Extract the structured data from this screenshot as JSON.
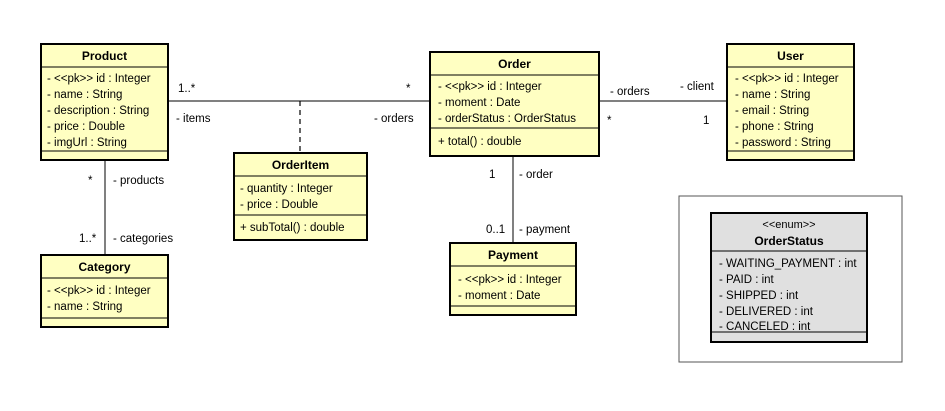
{
  "classes": {
    "product": {
      "name": "Product",
      "attributes": [
        "- <<pk>> id : Integer",
        "- name : String",
        "- description : String",
        "- price : Double",
        "- imgUrl : String"
      ],
      "operations": []
    },
    "category": {
      "name": "Category",
      "attributes": [
        "- <<pk>> id : Integer",
        "- name : String"
      ],
      "operations": []
    },
    "orderitem": {
      "name": "OrderItem",
      "attributes": [
        "- quantity : Integer",
        "- price : Double"
      ],
      "operations": [
        "+ subTotal() : double"
      ]
    },
    "order": {
      "name": "Order",
      "attributes": [
        "- <<pk>> id : Integer",
        "- moment : Date",
        "- orderStatus : OrderStatus"
      ],
      "operations": [
        "+ total() : double"
      ]
    },
    "payment": {
      "name": "Payment",
      "attributes": [
        "- <<pk>> id : Integer",
        "- moment : Date"
      ],
      "operations": []
    },
    "user": {
      "name": "User",
      "attributes": [
        "- <<pk>> id : Integer",
        "- name : String",
        "- email : String",
        "- phone : String",
        "- password : String"
      ],
      "operations": []
    }
  },
  "enum": {
    "stereotype": "<<enum>>",
    "name": "OrderStatus",
    "values": [
      "- WAITING_PAYMENT : int",
      "- PAID : int",
      "- SHIPPED : int",
      "- DELIVERED : int",
      "- CANCELED : int"
    ]
  },
  "associations": {
    "product_order": {
      "mult_product": "1..*",
      "role_items": "- items",
      "mult_order": "*",
      "role_orders": "- orders"
    },
    "order_user": {
      "role_orders": "- orders",
      "mult_order": "*",
      "role_client": "- client",
      "mult_user": "1"
    },
    "product_category": {
      "mult_product": "*",
      "role_products": "- products",
      "mult_category": "1..*",
      "role_categories": "- categories"
    },
    "order_payment": {
      "mult_order": "1",
      "role_order": "- order",
      "mult_payment": "0..1",
      "role_payment": "- payment"
    }
  },
  "colors": {
    "class_fill": "#ffffc2",
    "enum_fill": "#e0e0e0",
    "border": "#000000"
  }
}
